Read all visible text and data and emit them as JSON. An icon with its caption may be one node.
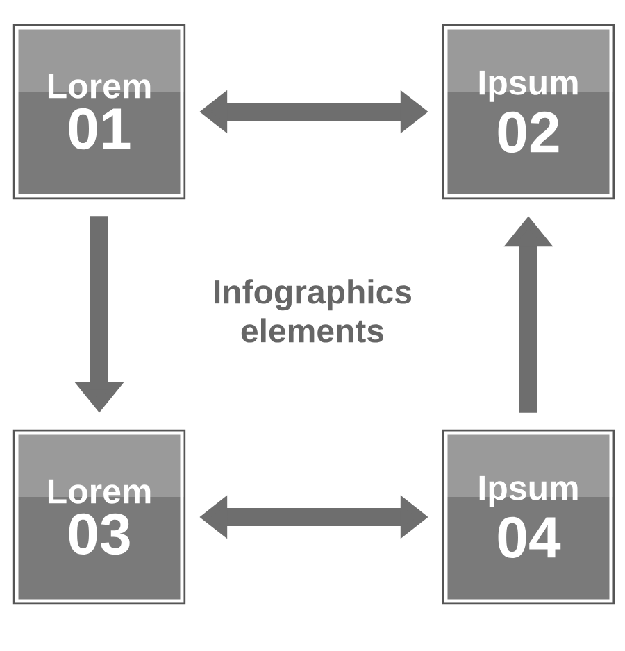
{
  "diagram": {
    "title": "Infographics elements",
    "nodes": [
      {
        "text": [
          "Lorem",
          "01"
        ]
      },
      {
        "text": [
          "Ipsum",
          "02"
        ]
      },
      {
        "text": [
          "Lorem",
          "03"
        ]
      },
      {
        "text": [
          "Ipsum",
          "04"
        ]
      }
    ],
    "edges": [
      {
        "from": 0,
        "to": 1,
        "arrow": "both"
      },
      {
        "from": 0,
        "to": 2,
        "arrow": "to"
      },
      {
        "from": 3,
        "to": 1,
        "arrow": "to"
      },
      {
        "from": 2,
        "to": 3,
        "arrow": "both"
      }
    ]
  }
}
